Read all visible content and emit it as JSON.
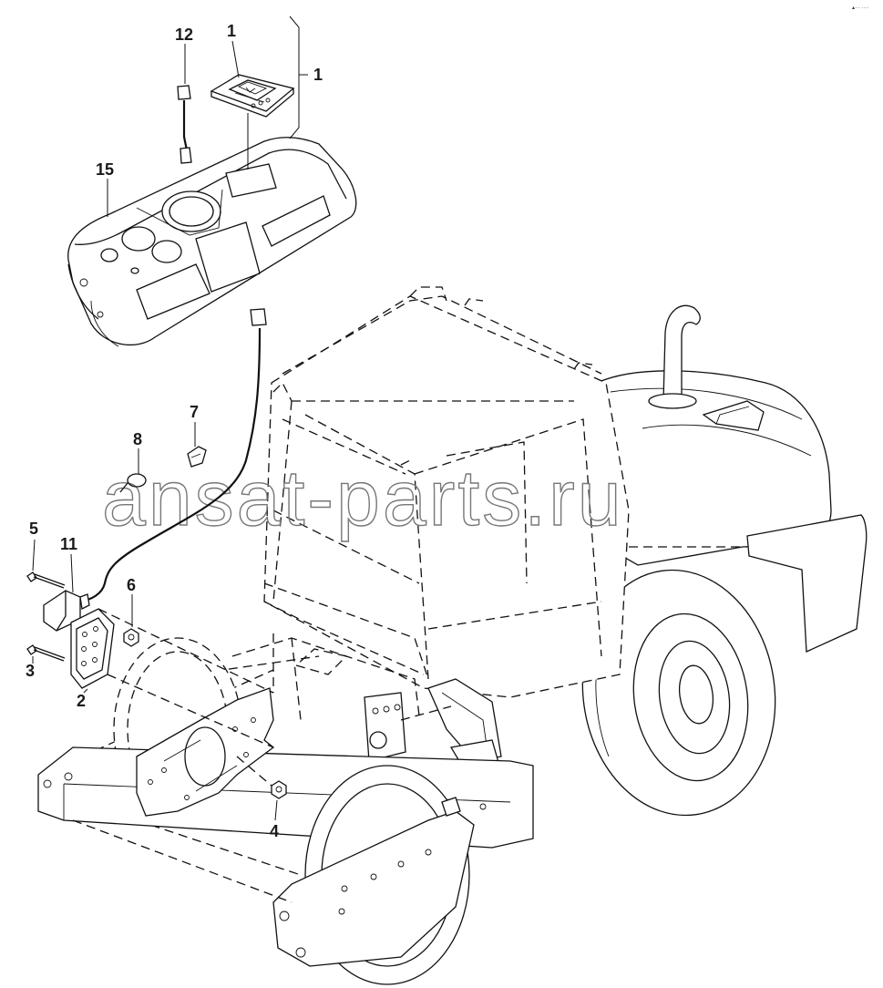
{
  "watermark": "ansat-parts.ru",
  "corner_mark": "▴··· ····",
  "callouts": {
    "c1": "1",
    "c1b": "1",
    "c2": "2",
    "c3": "3",
    "c4": "4",
    "c5": "5",
    "c6": "6",
    "c7": "7",
    "c8": "8",
    "c11": "11",
    "c12": "12",
    "c15": "15"
  }
}
